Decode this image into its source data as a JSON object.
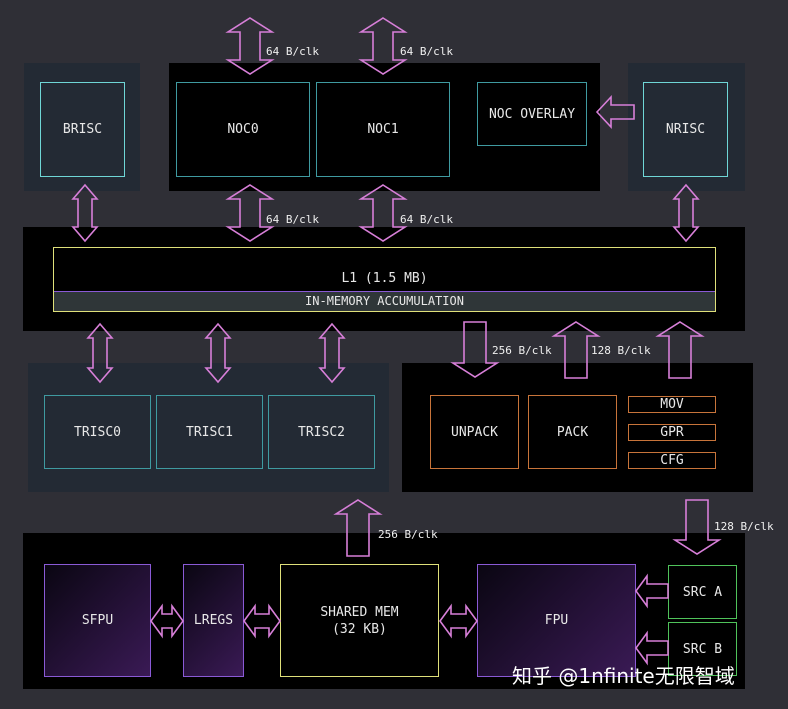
{
  "blocks": {
    "brisc": "BRISC",
    "noc0": "NOC0",
    "noc1": "NOC1",
    "noc_overlay": "NOC OVERLAY",
    "nrisc": "NRISC",
    "l1": "L1 (1.5 MB)",
    "in_memory_accumulation": "IN-MEMORY ACCUMULATION",
    "trisc0": "TRISC0",
    "trisc1": "TRISC1",
    "trisc2": "TRISC2",
    "unpack": "UNPACK",
    "pack": "PACK",
    "mov": "MOV",
    "gpr": "GPR",
    "cfg": "CFG",
    "sfpu": "SFPU",
    "lregs": "LREGS",
    "shared_mem": "SHARED MEM\n(32 KB)",
    "fpu": "FPU",
    "src_a": "SRC A",
    "src_b": "SRC B"
  },
  "bandwidth": {
    "noc0_top": "64 B/clk",
    "noc1_top": "64 B/clk",
    "noc0_bottom": "64 B/clk",
    "noc1_bottom": "64 B/clk",
    "unpack_in": "256 B/clk",
    "pack_out": "128 B/clk",
    "src_in": "128 B/clk",
    "shared_mem_out": "256 B/clk"
  },
  "watermark": "知乎 @1nfinite无限智域",
  "colors": {
    "background": "#2f2f36",
    "panel_dark": "#000000",
    "panel_gray": "#232a34",
    "arrow": "#d77fd8",
    "teal": "#3f9aa0",
    "cyan": "#6fd6d6",
    "orange": "#c8743a",
    "green": "#4fc25a",
    "purple": "#8a5ad6",
    "yellow": "#dfe07a"
  }
}
